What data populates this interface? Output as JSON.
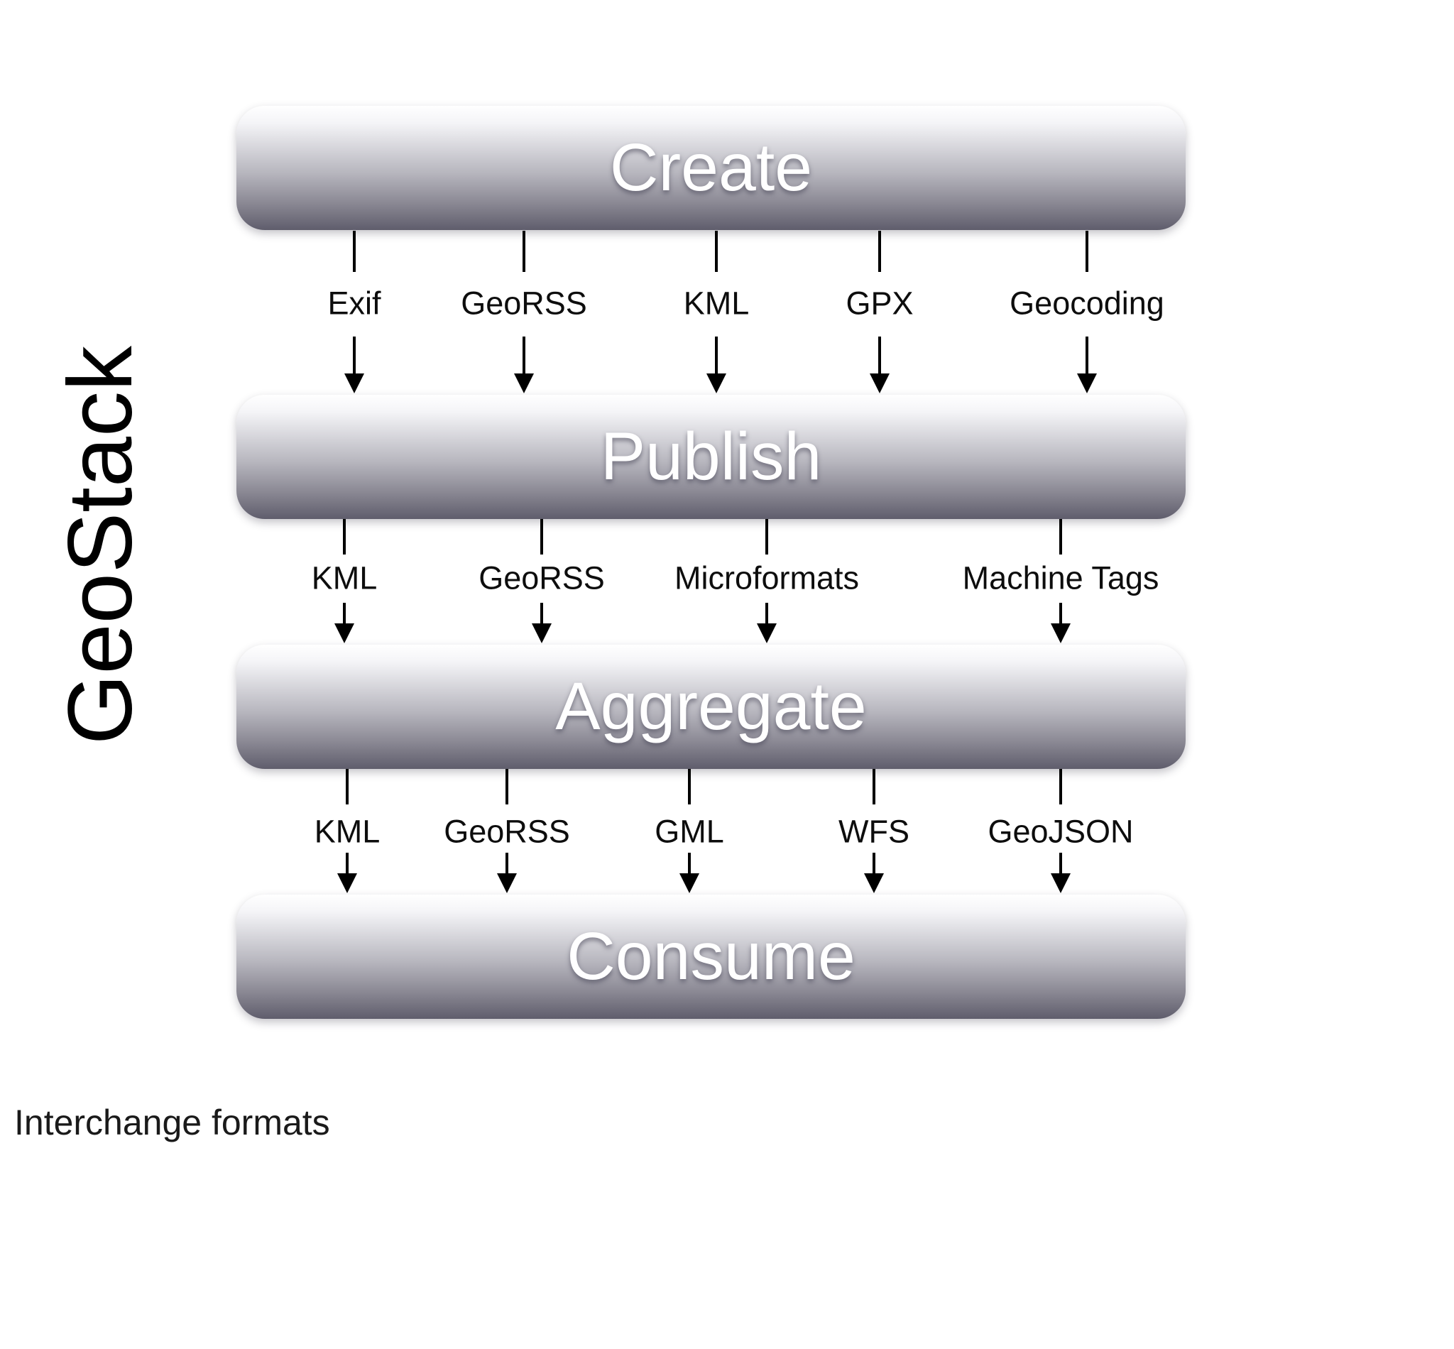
{
  "title": "GeoStack",
  "caption": "Interchange formats",
  "stack": {
    "bars": [
      {
        "id": "create",
        "label": "Create"
      },
      {
        "id": "publish",
        "label": "Publish"
      },
      {
        "id": "aggregate",
        "label": "Aggregate"
      },
      {
        "id": "consume",
        "label": "Consume"
      }
    ],
    "flows": [
      {
        "from": "Create",
        "to": "Publish",
        "formats": [
          "Exif",
          "GeoRSS",
          "KML",
          "GPX",
          "Geocoding"
        ]
      },
      {
        "from": "Publish",
        "to": "Aggregate",
        "formats": [
          "KML",
          "GeoRSS",
          "Microformats",
          "Machine Tags"
        ]
      },
      {
        "from": "Aggregate",
        "to": "Consume",
        "formats": [
          "KML",
          "GeoRSS",
          "GML",
          "WFS",
          "GeoJSON"
        ]
      }
    ]
  },
  "colors": {
    "background": "#ffffff",
    "bar_gradient_top": "#ffffff",
    "bar_gradient_mid": "#b7b6be",
    "bar_gradient_bottom": "#5f5d6c",
    "bar_text": "#ffffff",
    "connector_line": "#000000",
    "format_label_text": "#0d0d0d",
    "title_text": "#000000"
  }
}
